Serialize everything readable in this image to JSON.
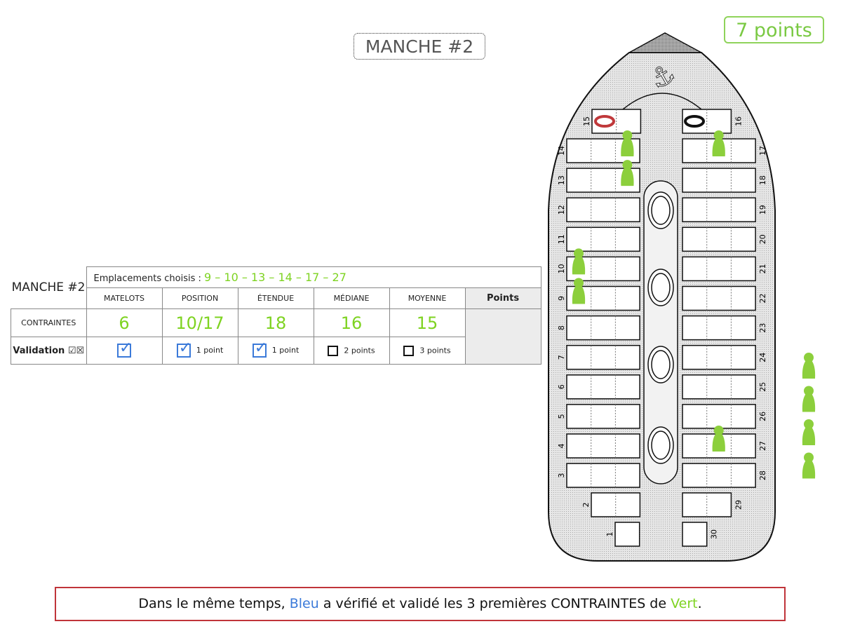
{
  "title": "MANCHE #2",
  "score": "7 points",
  "table": {
    "manche_label": "MANCHE #2",
    "emplacements_label": "Emplacements choisis :",
    "emplacements_value": "9 – 10 – 13 – 14 – 17 – 27",
    "headers": [
      "MATELOTS",
      "POSITION",
      "ÉTENDUE",
      "MÉDIANE",
      "MOYENNE"
    ],
    "points_header": "Points",
    "contraintes_label": "CONTRAINTES",
    "contraintes": [
      "6",
      "10/17",
      "18",
      "16",
      "15"
    ],
    "validation_label": "Validation ☑☒",
    "validation": [
      {
        "checked": true,
        "label": ""
      },
      {
        "checked": true,
        "label": "1 point"
      },
      {
        "checked": true,
        "label": "1 point"
      },
      {
        "checked": false,
        "label": "2 points"
      },
      {
        "checked": false,
        "label": "3 points"
      }
    ]
  },
  "board": {
    "left_slots": [
      "14",
      "13",
      "12",
      "11",
      "10",
      "9",
      "8",
      "7",
      "6",
      "5",
      "4",
      "3"
    ],
    "right_slots": [
      "17",
      "18",
      "19",
      "20",
      "21",
      "22",
      "23",
      "24",
      "25",
      "26",
      "27",
      "28"
    ],
    "top_left": "15",
    "top_right": "16",
    "bottom_left": [
      "2",
      "1"
    ],
    "bottom_right": [
      "29",
      "30"
    ],
    "occupied": [
      9,
      10,
      13,
      14,
      17,
      27
    ],
    "reserve_pawns": 4,
    "pawn_color": "#8ccf3c"
  },
  "message": {
    "part1": "Dans le même temps, ",
    "blue": "Bleu",
    "part2": " a vérifié et validé les 3 premières CONTRAINTES de ",
    "green": "Vert",
    "part3": "."
  }
}
